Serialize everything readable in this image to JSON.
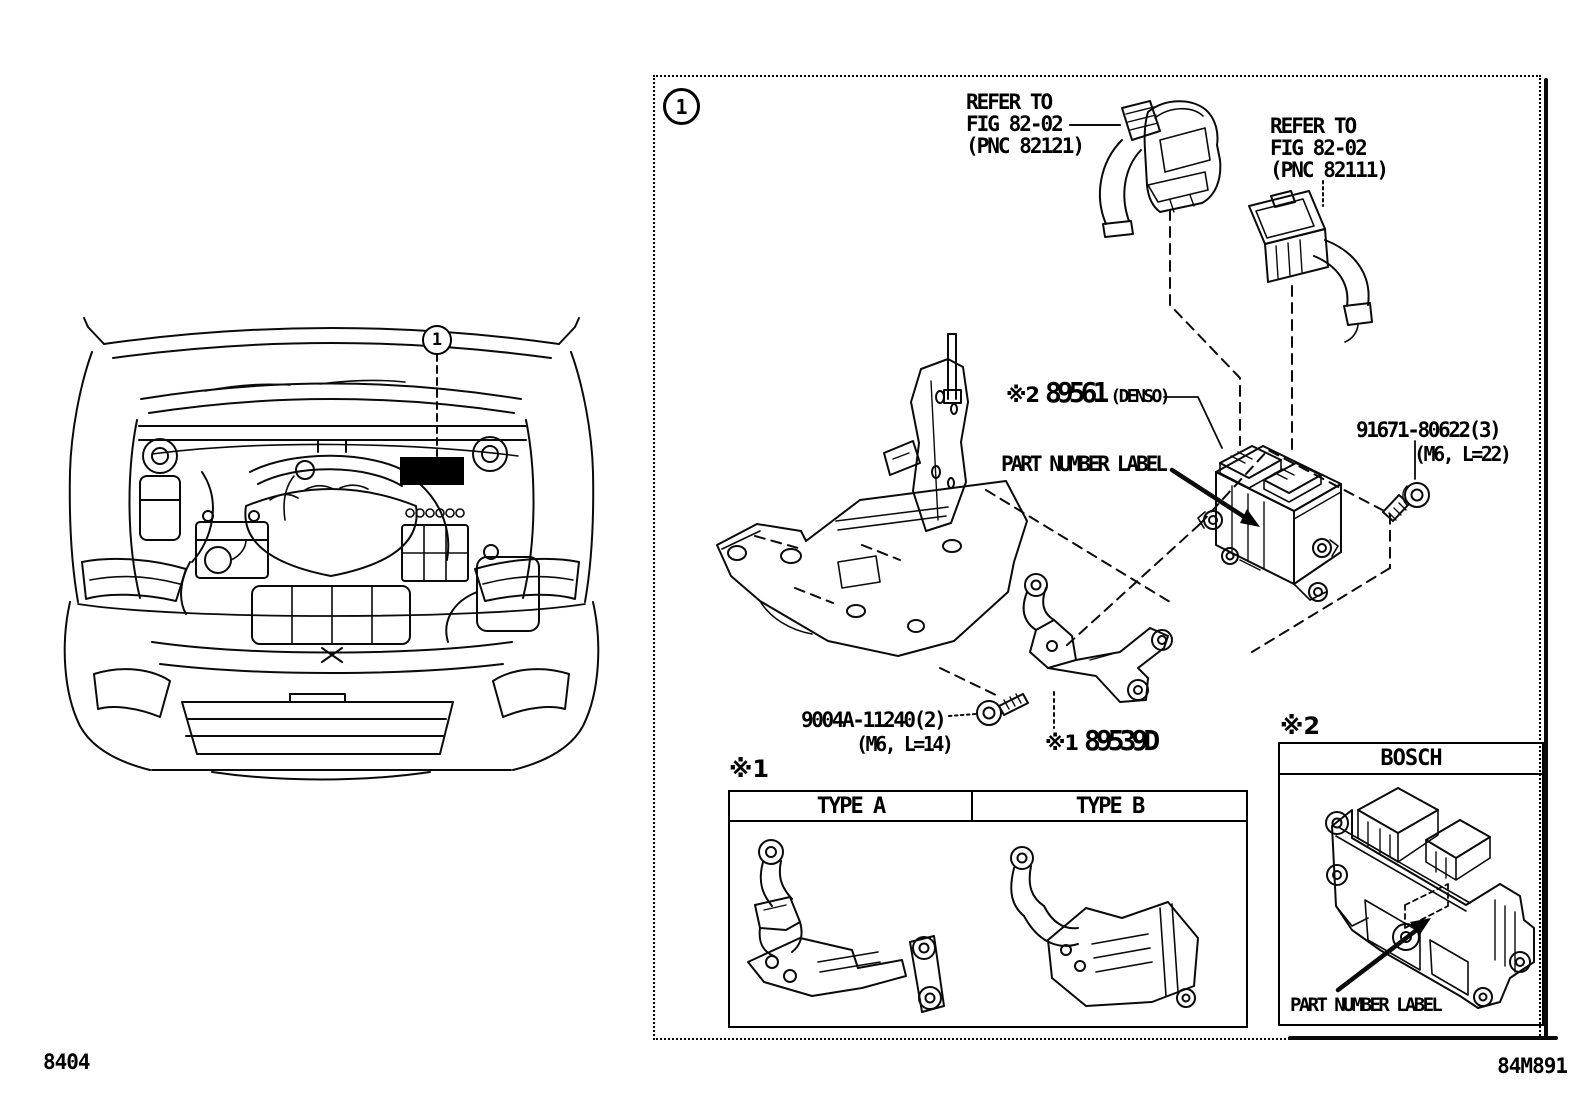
{
  "theme": {
    "ink": "#000000",
    "paper": "#ffffff",
    "highlight_fill": "#000000"
  },
  "footer": {
    "left_code": "8404",
    "right_code": "84M891"
  },
  "left_view": {
    "callout_number": "1"
  },
  "panel": {
    "callout_number": "1",
    "refer_label_1": {
      "line1": "REFER TO",
      "line2": "FIG 82-02",
      "line3": "(PNC 82121)"
    },
    "refer_label_2": {
      "line1": "REFER TO",
      "line2": "FIG 82-02",
      "line3": "(PNC 82111)"
    },
    "part_89561": {
      "marker": "※2",
      "number": "89561",
      "maker": "(DENSO)"
    },
    "part_number_label": "PART NUMBER LABEL",
    "bolt_91671": {
      "number": "91671-80622(3)",
      "spec": "(M6, L=22)"
    },
    "bolt_9004a": {
      "number": "9004A-11240(2)",
      "spec": "(M6, L=14)"
    },
    "part_89539d": {
      "marker": "※1",
      "number": "89539D"
    },
    "type_table": {
      "marker": "※1",
      "header_a": "TYPE A",
      "header_b": "TYPE B"
    },
    "bosch_box": {
      "marker": "※2",
      "header": "BOSCH",
      "part_number_label": "PART NUMBER LABEL"
    }
  }
}
